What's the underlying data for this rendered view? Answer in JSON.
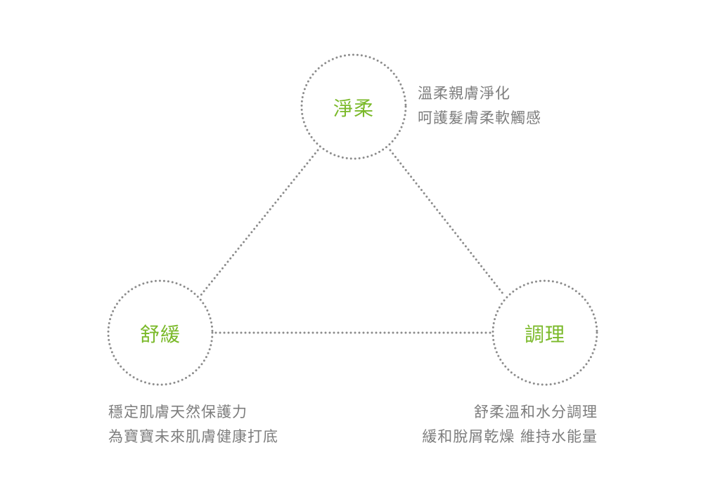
{
  "nodes": {
    "top": {
      "label": "淨柔",
      "lines": [
        "溫柔親膚淨化",
        "呵護髮膚柔軟觸感"
      ]
    },
    "left": {
      "label": "舒緩",
      "lines": [
        "穩定肌膚天然保護力",
        "為寶寶未來肌膚健康打底"
      ]
    },
    "right": {
      "label": "調理",
      "lines": [
        "舒柔溫和水分調理",
        "緩和脫屑乾燥 維持水能量"
      ]
    }
  },
  "colors": {
    "accent": "#7ab929",
    "text": "#7d7d7d",
    "dots": "#8c8c8c"
  }
}
